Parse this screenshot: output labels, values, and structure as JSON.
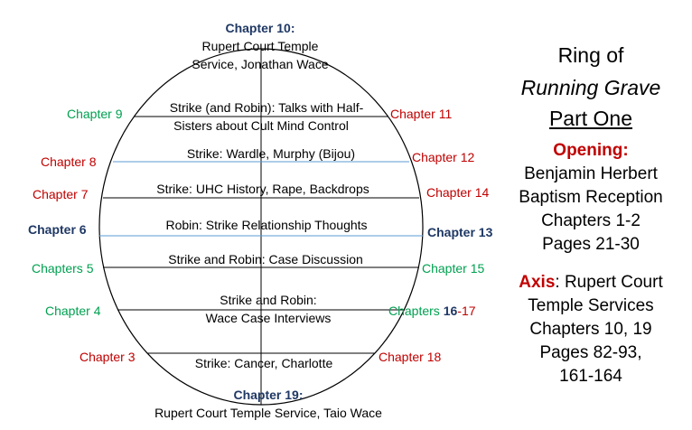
{
  "colors": {
    "red": "#c00000",
    "green": "#00a050",
    "navy": "#1f3864",
    "blue_line": "#5b9bd5",
    "black": "#000000"
  },
  "top": {
    "chapter": "Chapter 10:",
    "line1": "Rupert Court Temple",
    "line2": "Service, Jonathan Wace"
  },
  "bottom": {
    "chapter": "Chapter 19:",
    "line1": "Rupert Court Temple Service, Taio Wace"
  },
  "left_labels": [
    {
      "text": "Chapter 9",
      "color": "green"
    },
    {
      "text": "Chapter 8",
      "color": "red"
    },
    {
      "text": "Chapter 7",
      "color": "red"
    },
    {
      "text": "Chapter 6",
      "color": "navy"
    },
    {
      "text": "Chapters 5",
      "color": "green"
    },
    {
      "text": "Chapter 4",
      "color": "green"
    },
    {
      "text": "Chapter 3",
      "color": "red"
    }
  ],
  "right_labels": [
    {
      "text": "Chapter 11",
      "color": "red"
    },
    {
      "text": "Chapter 12",
      "color": "red"
    },
    {
      "text": "Chapter 14",
      "color": "red"
    },
    {
      "text": "Chapter 13",
      "color": "navy"
    },
    {
      "text": "Chapter 15",
      "color": "green"
    },
    {
      "prefix": "Chapters ",
      "num1": "16",
      "dash": "-",
      "num2": "17"
    },
    {
      "text": "Chapter 18",
      "color": "red"
    }
  ],
  "chords": [
    {
      "line1": "Strike (and Robin): Talks with Half-",
      "line2": "Sisters about Cult Mind Control"
    },
    {
      "line1": "Strike: Wardle, Murphy (Bijou)"
    },
    {
      "line1": "Strike: UHC History, Rape, Backdrops"
    },
    {
      "line1": "Robin: Strike Relationship Thoughts"
    },
    {
      "line1": "Strike and Robin: Case Discussion"
    },
    {
      "line1": "Strike and Robin:",
      "line2": "Wace Case Interviews"
    },
    {
      "line1": "Strike: Cancer, Charlotte"
    }
  ],
  "panel": {
    "title1": "Ring of",
    "title2": "Running Grave",
    "title3": "Part One",
    "opening_label": "Opening:",
    "opening1": "Benjamin Herbert",
    "opening2": "Baptism Reception",
    "opening3": "Chapters 1-2",
    "opening4": "Pages 21-30",
    "axis_label": "Axis",
    "axis1": ": Rupert Court",
    "axis2": "Temple Services",
    "axis3": "Chapters 10, 19",
    "axis4": "Pages 82-93,",
    "axis5": "161-164"
  }
}
